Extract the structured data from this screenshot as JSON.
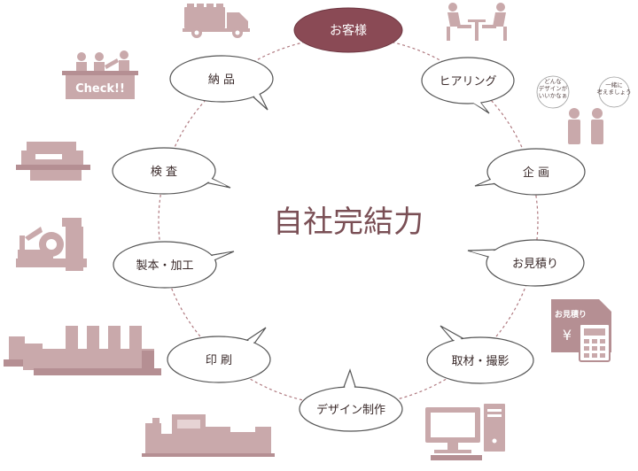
{
  "center_title": "自社完結力",
  "steps": [
    {
      "label": "お客様",
      "highlight": true
    },
    {
      "label": "ヒアリング"
    },
    {
      "label": "企 画"
    },
    {
      "label": "お見積り"
    },
    {
      "label": "取材・撮影"
    },
    {
      "label": "デザイン制作"
    },
    {
      "label": "印 刷"
    },
    {
      "label": "製本・加工"
    },
    {
      "label": "検 査"
    },
    {
      "label": "納 品"
    }
  ],
  "icons": {
    "check_sign": "Check!!",
    "bubble_left": "どんな\nデザインが\nいいかなぁ",
    "bubble_right": "一緒に\n考えましょう",
    "estimate_doc": "お見積り",
    "yen": "¥"
  },
  "colors": {
    "accent": "#8a4a55",
    "icon": "#c9a9ab",
    "icon_dark": "#b58f93",
    "dash": "#b07a80",
    "bubble_stroke": "#555555"
  }
}
